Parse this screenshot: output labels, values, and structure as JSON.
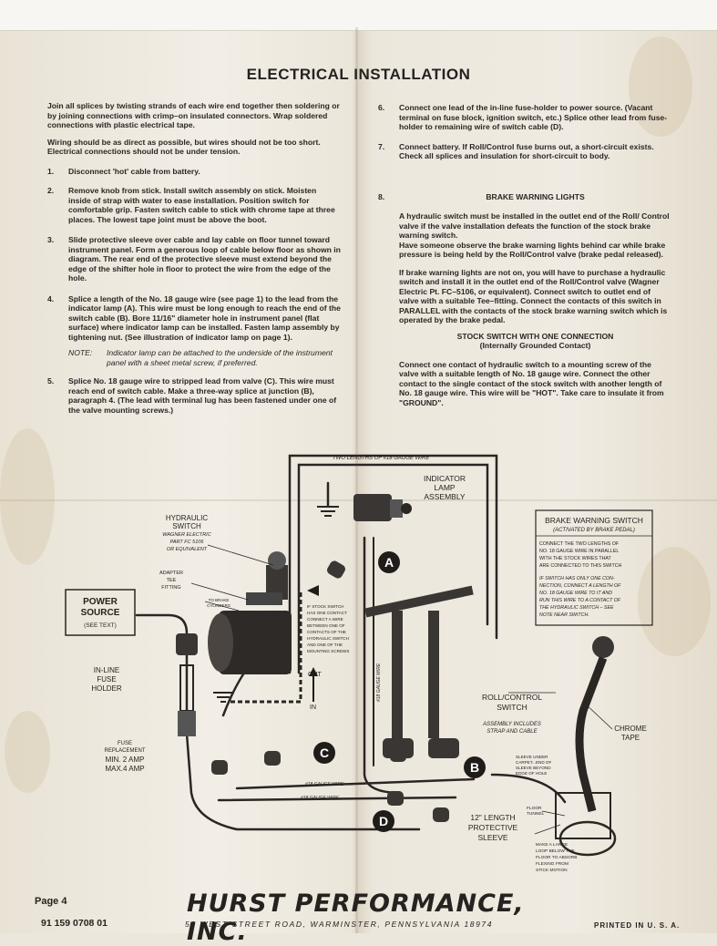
{
  "title": "ELECTRICAL INSTALLATION",
  "left_column": {
    "intro1": "Join all splices by twisting strands of each wire end together then soldering or by joining connections with crimp–on insulated connectors. Wrap soldered connections with plastic electrical tape.",
    "intro2": "Wiring should be as direct as possible, but wires should not be too short. Electrical connections should not be under tension.",
    "items": [
      {
        "num": "1.",
        "text": "Disconnect 'hot' cable from battery."
      },
      {
        "num": "2.",
        "text": "Remove knob from stick. Install switch assembly on stick. Moisten inside of strap with water to ease installation. Position switch for comfortable grip. Fasten switch cable to stick with chrome tape at three places. The lowest tape joint must be above the boot."
      },
      {
        "num": "3.",
        "text": "Slide protective sleeve over cable and lay cable on floor tunnel toward instrument panel. Form a generous loop of cable below floor as shown in diagram. The rear end of the protective sleeve must extend beyond the edge of the shifter hole in floor to protect the wire from the edge of the hole."
      },
      {
        "num": "4.",
        "text": "Splice a length of the No. 18 gauge wire (see page 1) to the lead from the indicator lamp (A). This wire must be long enough to reach the end of the switch cable (B). Bore 11/16\" diameter hole in instrument panel (flat surface) where indicator lamp can be installed. Fasten lamp assembly by tightening nut. (See illustration of indicator lamp on page 1)."
      }
    ],
    "note_label": "NOTE:",
    "note_text": "Indicator lamp can be attached to the underside of the instrument panel with a sheet metal screw, if preferred.",
    "item5": {
      "num": "5.",
      "text": "Splice No. 18 gauge wire to stripped lead from valve (C). This wire must reach end of switch cable. Make a three-way splice at junction (B), paragraph 4. (The lead with terminal lug has been fastened under one of the valve mounting screws.)"
    }
  },
  "right_column": {
    "items": [
      {
        "num": "6.",
        "text": "Connect one lead of the in-line fuse-holder to power source. (Vacant terminal on fuse block, ignition switch, etc.) Splice other lead from fuse-holder to remaining wire of switch cable (D)."
      },
      {
        "num": "7.",
        "text": "Connect battery. If Roll/Control fuse burns out, a short-circuit exists. Check all splices and insulation for short-circuit to body."
      }
    ],
    "item8_num": "8.",
    "item8_heading": "BRAKE WARNING LIGHTS",
    "item8_p1": "A hydraulic switch must be installed in the outlet end of the Roll/ Control valve if the valve installation defeats the function of the stock brake warning switch.",
    "item8_p2": "Have someone observe the brake warning lights behind car while brake pressure is being held by the Roll/Control valve (brake pedal released).",
    "item8_p3": "If brake warning lights are not on, you will have to purchase a hydraulic switch and install it in the outlet end of the Roll/Control valve (Wagner Electric Pt. FC–5106, or equivalent). Connect switch to outlet end of valve with a suitable Tee–fitting. Connect the contacts of this switch in PARALLEL with the contacts of the stock brake warning switch which is operated by the brake pedal.",
    "stock_heading": "STOCK SWITCH WITH ONE CONNECTION",
    "stock_subheading": "(Internally Grounded Contact)",
    "stock_text": "Connect one contact of hydraulic switch to a mounting screw of the valve with a suitable length of No. 18 gauge wire. Connect the other contact to the single contact of the stock switch with another length of No. 18 gauge wire. This wire will be \"HOT\". Take care to insulate it from \"GROUND\"."
  },
  "diagram": {
    "two_lengths": "TWO LENGTHS OF #18 GAUGE WIRE",
    "indicator_lamp": [
      "INDICATOR",
      "LAMP",
      "ASSEMBLY"
    ],
    "hydraulic_switch": [
      "HYDRAULIC",
      "SWITCH"
    ],
    "hydraulic_switch_sub": [
      "WAGNER ELECTRIC",
      "PART FC 5106",
      "OR EQUIVALENT"
    ],
    "adapter_tee": [
      "ADAPTER",
      "TEE",
      "FITTING"
    ],
    "to_brake": [
      "TO BRAKE",
      "CYLINDERS"
    ],
    "power_source": [
      "POWER",
      "SOURCE",
      "(SEE TEXT)"
    ],
    "inline_fuse": [
      "IN-LINE",
      "FUSE",
      "HOLDER"
    ],
    "fuse_replacement": [
      "FUSE",
      "REPLACEMENT",
      "MIN. 2 AMP",
      "MAX.4 AMP"
    ],
    "stock_switch_note": [
      "IF STOCK SWITCH",
      "HAS ONE CONTACT",
      "CONNECT A WIRE",
      "BETWEEN ONE OF",
      "CONTACTS OF THE",
      "HYDRAULIC SWITCH",
      "AND ONE OF THE",
      "MOUNTING SCREWS"
    ],
    "out_label": "OUT",
    "in_label": "IN",
    "gauge_vertical": "#18 GAUGE WIRE",
    "gauge_wire_1": "#18 GAUGE WIRE",
    "gauge_wire_2": "#18 GAUGE WIRE",
    "letters": [
      "A",
      "B",
      "C",
      "D"
    ],
    "brake_box_title": "BRAKE WARNING SWITCH",
    "brake_box_sub": "(ACTIVATED BY BRAKE PEDAL)",
    "brake_box_p1": [
      "CONNECT THE TWO LENGTHS OF",
      "NO. 18 GAUGE WIRE IN PARALLEL",
      "WITH THE STOCK WIRES THAT",
      "ARE CONNECTED TO THIS SWITCH"
    ],
    "brake_box_p2": [
      "IF SWITCH HAS ONLY ONE CON-",
      "NECTION, CONNECT A LENGTH OF",
      "NO. 18 GAUGE WIRE TO IT AND",
      "RUN THIS WIRE TO A CONTACT OF",
      "THE HYDRAULIC SWITCH – SEE",
      "NOTE NEAR SWITCH."
    ],
    "roll_control": [
      "ROLL/CONTROL",
      "SWITCH"
    ],
    "roll_control_sub": [
      "ASSEMBLY INCLUDES",
      "STRAP AND CABLE"
    ],
    "chrome_tape": [
      "CHROME",
      "TAPE"
    ],
    "sleeve_under": [
      "SLEEVE UNDER",
      "CARPET...END OF",
      "SLEEVE BEYOND",
      "EDGE OF HOLE"
    ],
    "floor_tunnel": [
      "FLOOR",
      "TUNNEL"
    ],
    "protective_sleeve": [
      "12\" LENGTH",
      "PROTECTIVE",
      "SLEEVE"
    ],
    "make_loop": [
      "MAKE A LARGE",
      "LOOP BELOW THE",
      "FLOOR TO ABSORB",
      "FLEXING FROM",
      "STICK MOTION"
    ]
  },
  "footer": {
    "page": "Page 4",
    "code": "91 159 0708 01",
    "brand": "HURST PERFORMANCE, INC.",
    "address": "50 WEST STREET ROAD, WARMINSTER, PENNSYLVANIA 18974",
    "printed": "PRINTED IN U. S. A."
  }
}
